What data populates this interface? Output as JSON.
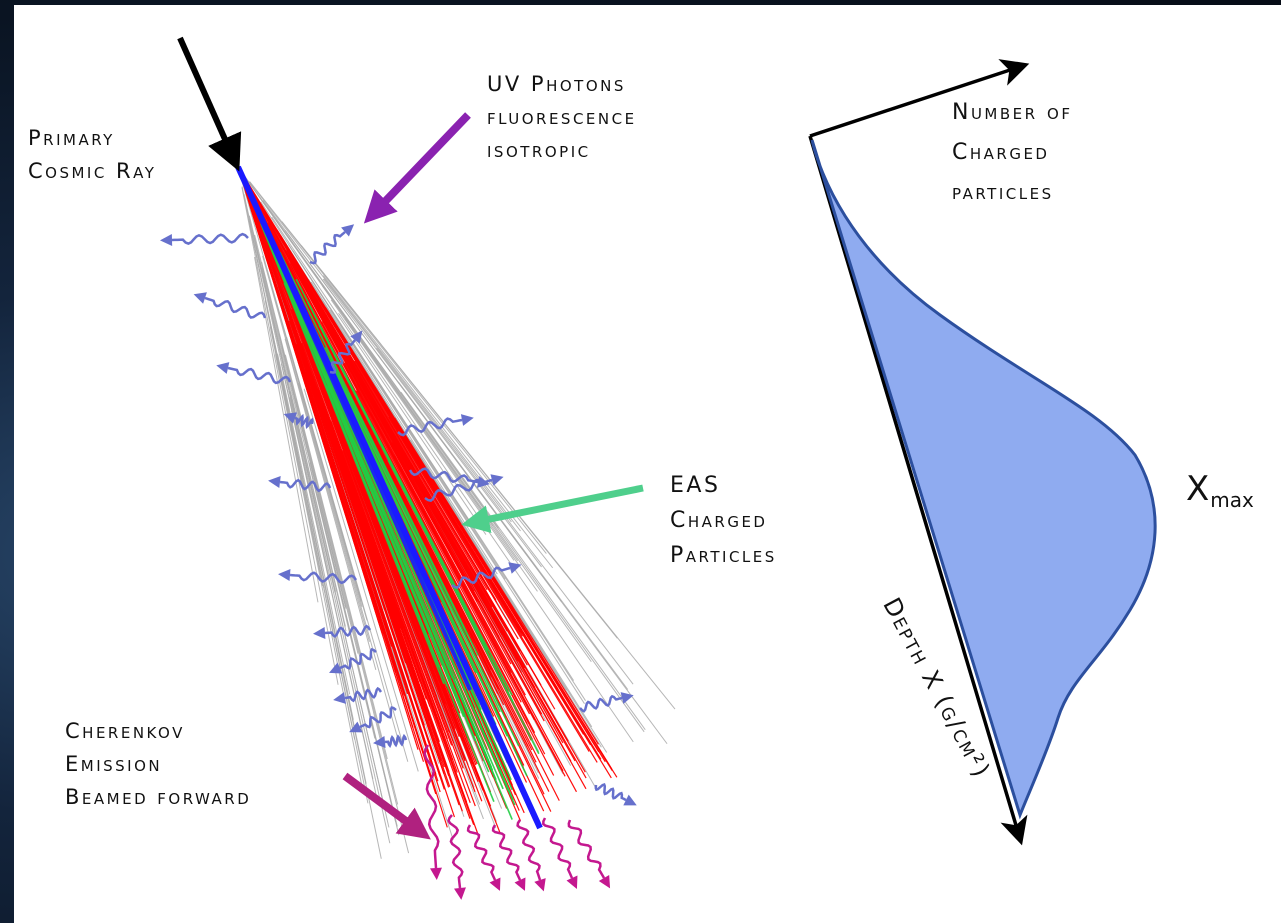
{
  "labels": {
    "primary": [
      "Primary",
      "Cosmic Ray"
    ],
    "uv": [
      "UV Photons",
      "fluorescence",
      "isotropic"
    ],
    "eas": [
      "EAS",
      "Charged",
      "Particles"
    ],
    "cherenkov": [
      "Cherenkov",
      "Emission",
      "Beamed forward"
    ],
    "number": [
      "Number of",
      "Charged",
      "particles"
    ],
    "xmax_main": "X",
    "xmax_sub": "max",
    "depth": "Depth X (g/cm²)"
  },
  "colors": {
    "primary_arrow": "#000000",
    "uv_arrow": "#8a22b0",
    "eas_arrow": "#4fcf8c",
    "cherenkov_arrow": "#b0217f",
    "shower_core": "#1a1aff",
    "shower_tracks": "#ff0000",
    "shower_green": "#22cc44",
    "shower_gray": "#a9a9a9",
    "uv_photon": "#6670cc",
    "cherenkov_photon": "#c4188f",
    "profile_fill": "#8fabf0",
    "profile_stroke": "#2c4f9e"
  }
}
